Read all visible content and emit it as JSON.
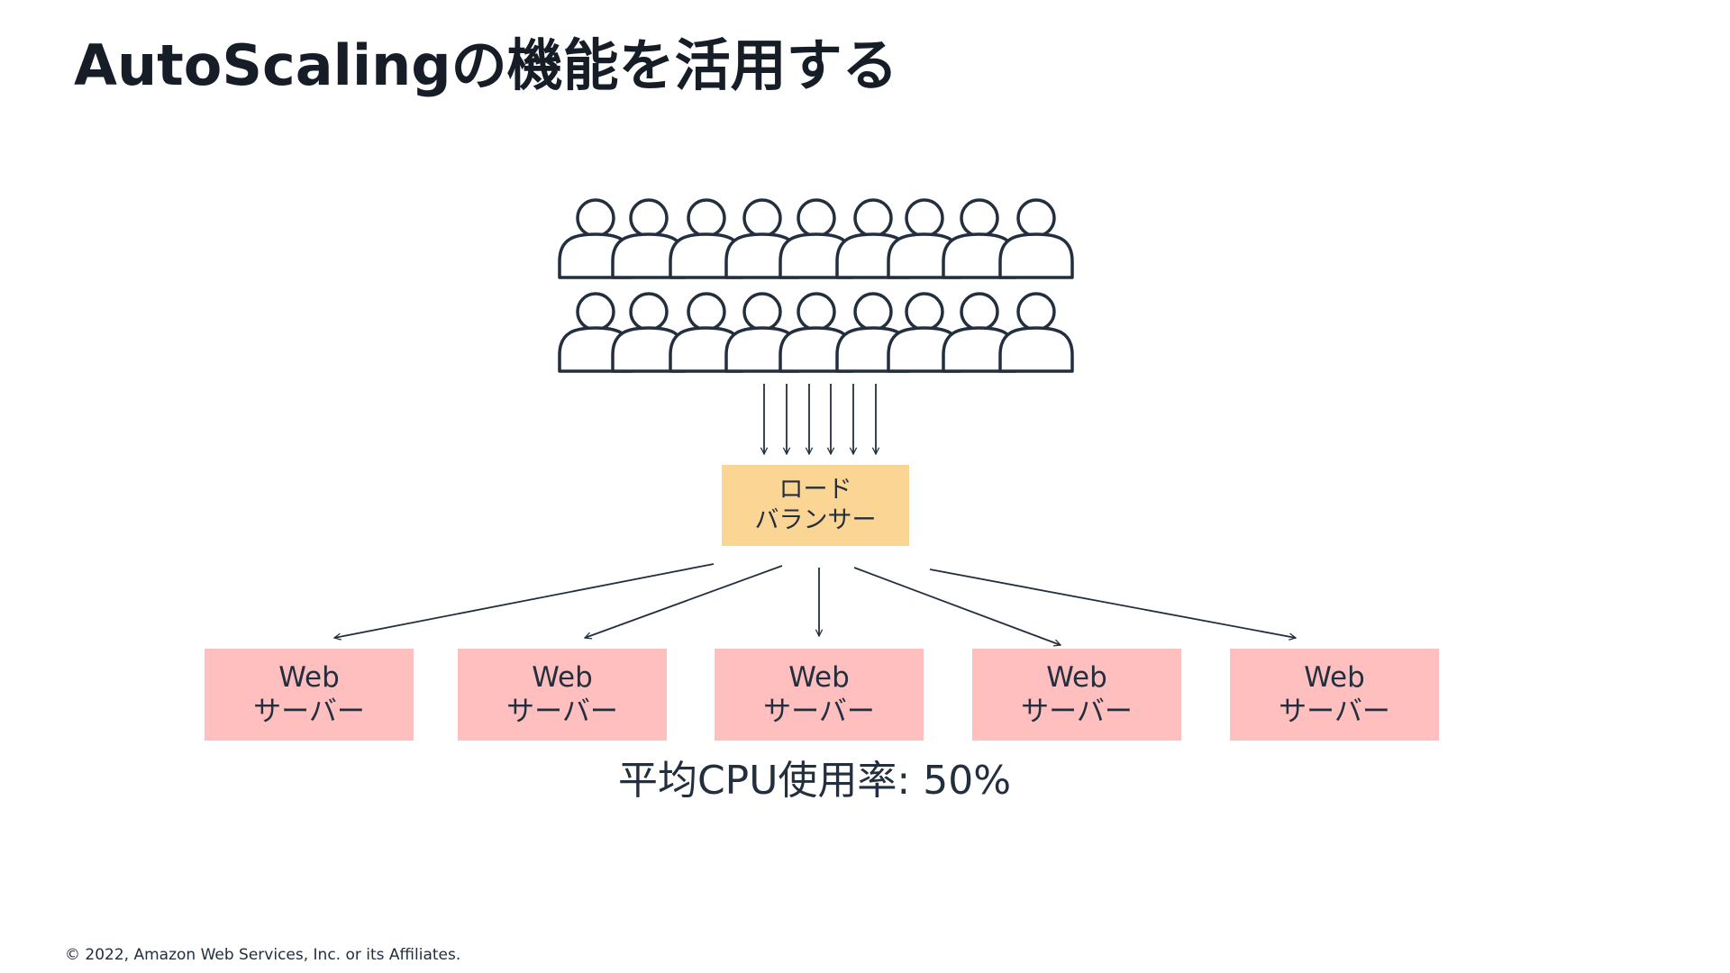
{
  "slide": {
    "title": "AutoScalingの機能を活用する",
    "copyright": "© 2022, Amazon Web Services, Inc. or its Affiliates."
  },
  "diagram": {
    "users": {
      "icon": "user-icon",
      "rows": 2,
      "per_row": 9,
      "stroke_color": "#232f3e"
    },
    "load_balancer": {
      "line1": "ロード",
      "line2": "バランサー",
      "color": "#fad594"
    },
    "servers": [
      {
        "line1": "Web",
        "line2": "サーバー"
      },
      {
        "line1": "Web",
        "line2": "サーバー"
      },
      {
        "line1": "Web",
        "line2": "サーバー"
      },
      {
        "line1": "Web",
        "line2": "サーバー"
      },
      {
        "line1": "Web",
        "line2": "サーバー"
      }
    ],
    "server_color": "#ffbfbf",
    "metric": "平均CPU使用率: 50%"
  }
}
